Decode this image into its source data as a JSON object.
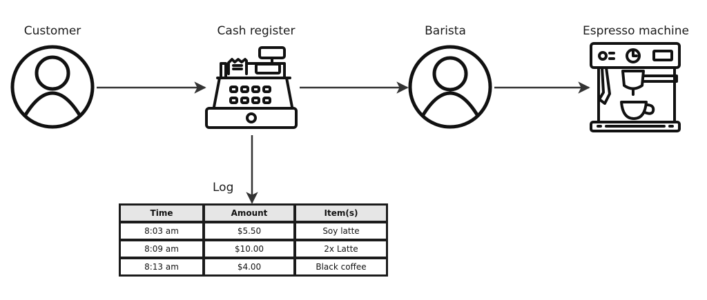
{
  "nodes": {
    "customer": {
      "label": "Customer",
      "icon": "person-icon"
    },
    "cash_register": {
      "label": "Cash register",
      "icon": "cash-register-icon"
    },
    "barista": {
      "label": "Barista",
      "icon": "person-icon"
    },
    "espresso_machine": {
      "label": "Espresso machine",
      "icon": "espresso-machine-icon"
    }
  },
  "edges": [
    {
      "from": "Customer",
      "to": "Cash register"
    },
    {
      "from": "Cash register",
      "to": "Barista"
    },
    {
      "from": "Barista",
      "to": "Espresso machine"
    },
    {
      "from": "Cash register",
      "to": "Log"
    }
  ],
  "log": {
    "label": "Log",
    "columns": [
      "Time",
      "Amount",
      "Item(s)"
    ],
    "rows": [
      [
        "8:03 am",
        "$5.50",
        "Soy latte"
      ],
      [
        "8:09 am",
        "$10.00",
        "2x Latte"
      ],
      [
        "8:13 am",
        "$4.00",
        "Black coffee"
      ]
    ]
  },
  "colors": {
    "stroke": "#111111",
    "arrow": "#333333",
    "header_bg": "#e6e6e6"
  }
}
